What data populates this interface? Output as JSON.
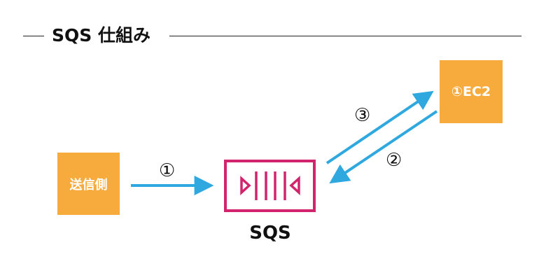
{
  "heading": {
    "title": "SQS 仕組み"
  },
  "nodes": {
    "sender": "送信側",
    "ec2": "①EC2",
    "sqs": "SQS"
  },
  "steps": {
    "one": "①",
    "two": "②",
    "three": "③"
  },
  "icons": {
    "queue": "sqs-queue-icon"
  },
  "colors": {
    "node": "#f7ab3d",
    "queue": "#d1246d",
    "arrow": "#2ea8df"
  }
}
